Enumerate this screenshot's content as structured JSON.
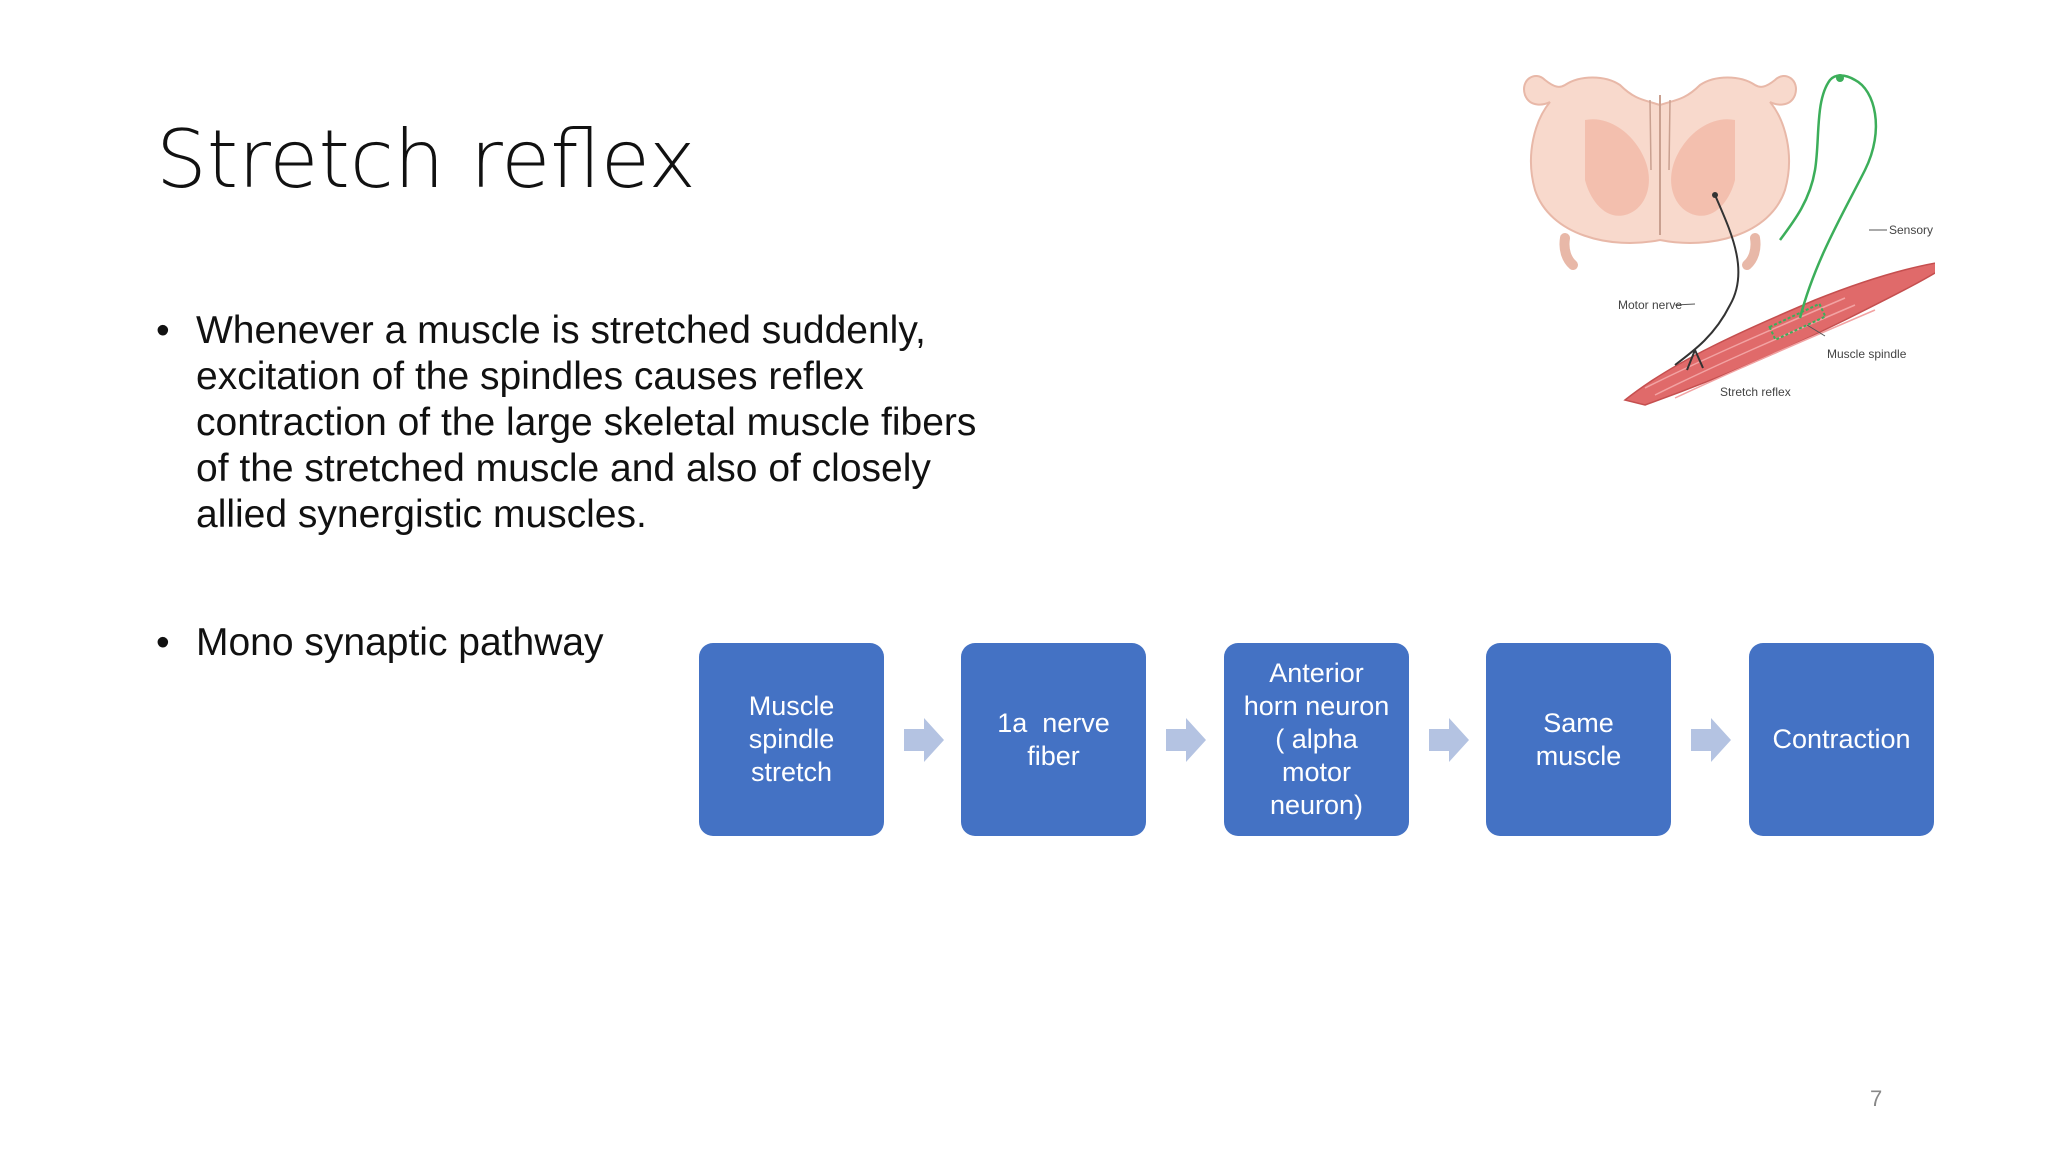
{
  "slide": {
    "title": "Stretch reflex",
    "bullets": [
      {
        "lines": [
          "Whenever a muscle is stretched suddenly,",
          "excitation of the spindles causes reflex",
          "contraction of the large skeletal muscle fibers",
          "of the stretched muscle and also of closely",
          "allied synergistic muscles."
        ]
      },
      {
        "lines": [
          "Mono synaptic pathway"
        ]
      }
    ],
    "flow_steps": [
      {
        "lines": [
          "Muscle",
          "spindle",
          "stretch"
        ]
      },
      {
        "lines": [
          "1a  nerve",
          "fiber"
        ]
      },
      {
        "lines": [
          "Anterior",
          "horn neuron",
          "( alpha",
          "motor",
          "neuron)"
        ]
      },
      {
        "lines": [
          "Same",
          "muscle"
        ]
      },
      {
        "lines": [
          "Contraction"
        ]
      }
    ],
    "figure_labels": {
      "sensory_nerve": "Sensory nerve",
      "motor_nerve": "Motor nerve",
      "muscle_spindle": "Muscle spindle",
      "stretch_reflex": "Stretch reflex"
    },
    "page_number": "7",
    "colors": {
      "box_fill": "#4472c4",
      "box_text": "#ffffff",
      "arrow_fill": "#b4c3e2",
      "text": "#111111"
    }
  }
}
